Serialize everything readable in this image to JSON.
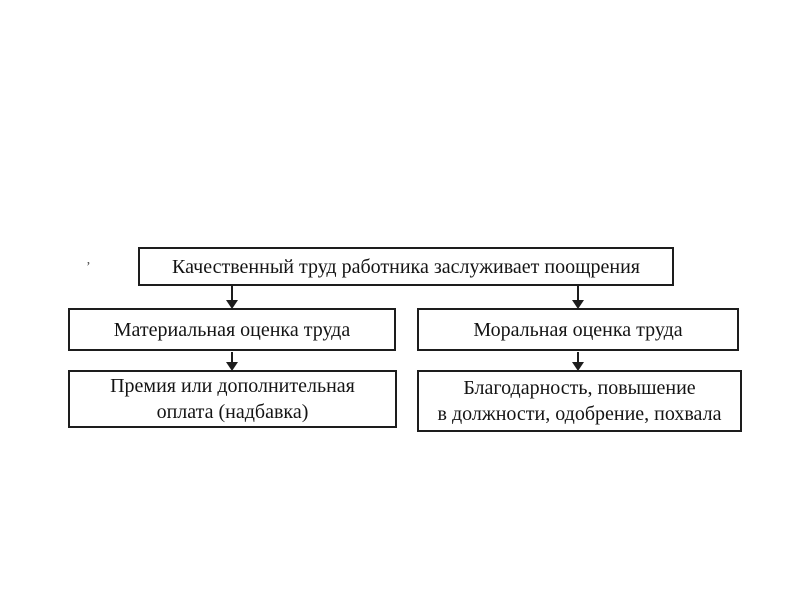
{
  "page": {
    "background": "#ffffff"
  },
  "diagram": {
    "type": "flowchart",
    "root": {
      "label": "Качественный труд работника заслуживает поощрения"
    },
    "branches": [
      {
        "category": {
          "label": "Материальная оценка труда"
        },
        "outcome": {
          "label": "Премия или дополнительная\nоплата (надбавка)"
        }
      },
      {
        "category": {
          "label": "Моральная оценка труда"
        },
        "outcome": {
          "label": "Благодарность, повышение\nв должности, одобрение, похвала"
        }
      }
    ],
    "colors": {
      "border": "#1d1d1d",
      "text": "#141414",
      "background": "#ffffff"
    }
  },
  "artifact": {
    "mark": "’"
  }
}
